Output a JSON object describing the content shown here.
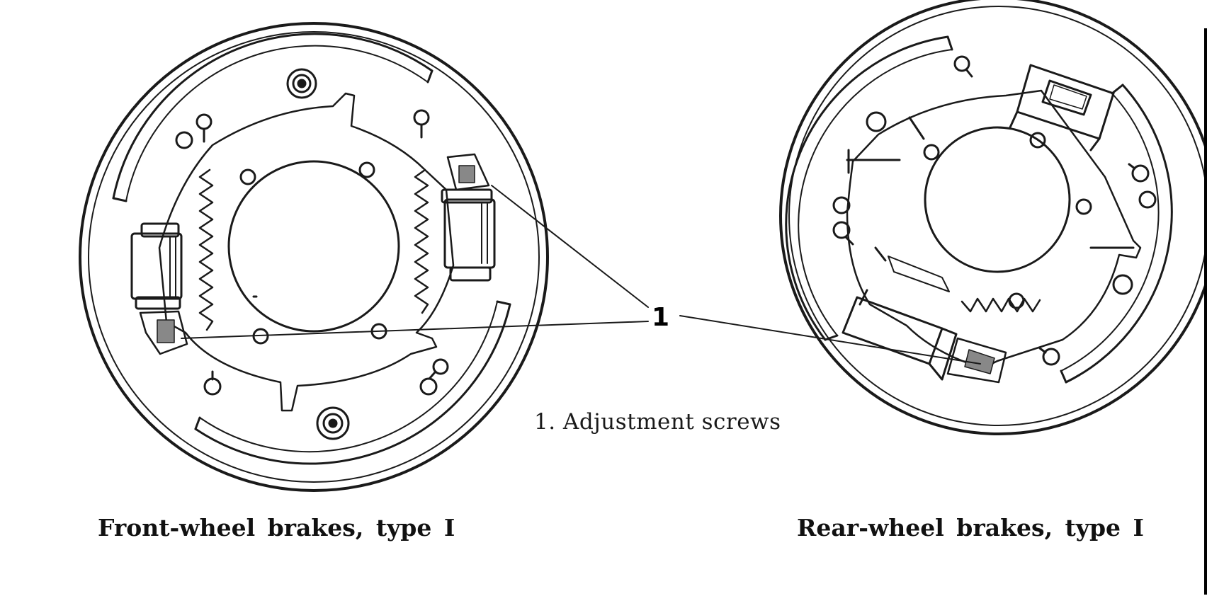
{
  "callout": {
    "number": "1"
  },
  "legend": {
    "text": "1. Adjustment screws"
  },
  "captions": {
    "front": "Front-wheel  brakes,  type  I",
    "rear": "Rear-wheel  brakes,  type  I"
  }
}
